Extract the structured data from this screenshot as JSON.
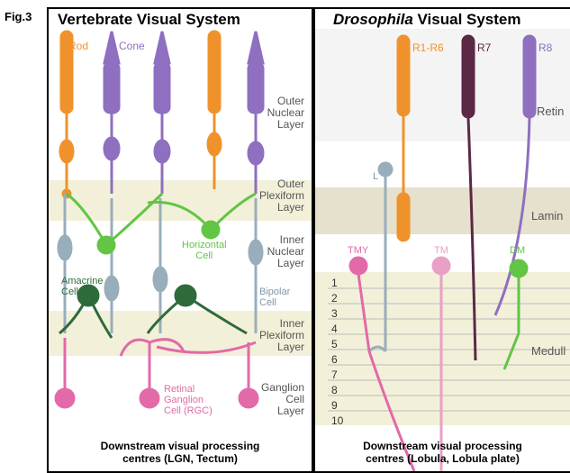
{
  "figure_label": "Fig.3",
  "left": {
    "title": "Vertebrate Visual System",
    "photoreceptors": {
      "rod": "Rod",
      "cone": "Cone"
    },
    "layers": {
      "onl": [
        "Outer",
        "Nuclear",
        "Layer"
      ],
      "opl": [
        "Outer",
        "Plexiform",
        "Layer"
      ],
      "inl": [
        "Inner",
        "Nuclear",
        "Layer"
      ],
      "ipl": [
        "Inner",
        "Plexiform",
        "Layer"
      ],
      "gcl": [
        "Ganglion",
        "Cell",
        "Layer"
      ]
    },
    "cells": {
      "horizontal": [
        "Horizontal",
        "Cell"
      ],
      "amacrine": [
        "Amacrine",
        "Cell"
      ],
      "bipolar": [
        "Bipolar",
        "Cell"
      ],
      "rgc": [
        "Retinal",
        "Ganglion",
        "Cell (RGC)"
      ]
    },
    "caption": [
      "Downstream visual processing",
      "centres (LGN, Tectum)"
    ]
  },
  "right": {
    "title_italic": "Drosophila",
    "title_rest": " Visual System",
    "photoreceptors": {
      "r16": "R1-R6",
      "r7": "R7",
      "r8": "R8"
    },
    "regions": {
      "retina": "Retin",
      "lamina": "Lamin",
      "medulla": "Medull"
    },
    "cells": {
      "l": "L",
      "tmy": "TMY",
      "tm": "TM",
      "dm": "DM"
    },
    "medulla_layers": [
      "1",
      "2",
      "3",
      "4",
      "5",
      "6",
      "7",
      "8",
      "9",
      "10"
    ],
    "caption": [
      "Downstream visual processing",
      "centres (Lobula, Lobula plate)"
    ]
  },
  "colors": {
    "rod": "#f0922b",
    "cone": "#8e6fc0",
    "bipolar": "#98aebb",
    "horizontal": "#62c545",
    "amacrine": "#2e6b3a",
    "ganglion": "#e26aa8",
    "r7": "#5b2846",
    "band": "#f3f0d9",
    "lamina": "#e5e1cd"
  }
}
